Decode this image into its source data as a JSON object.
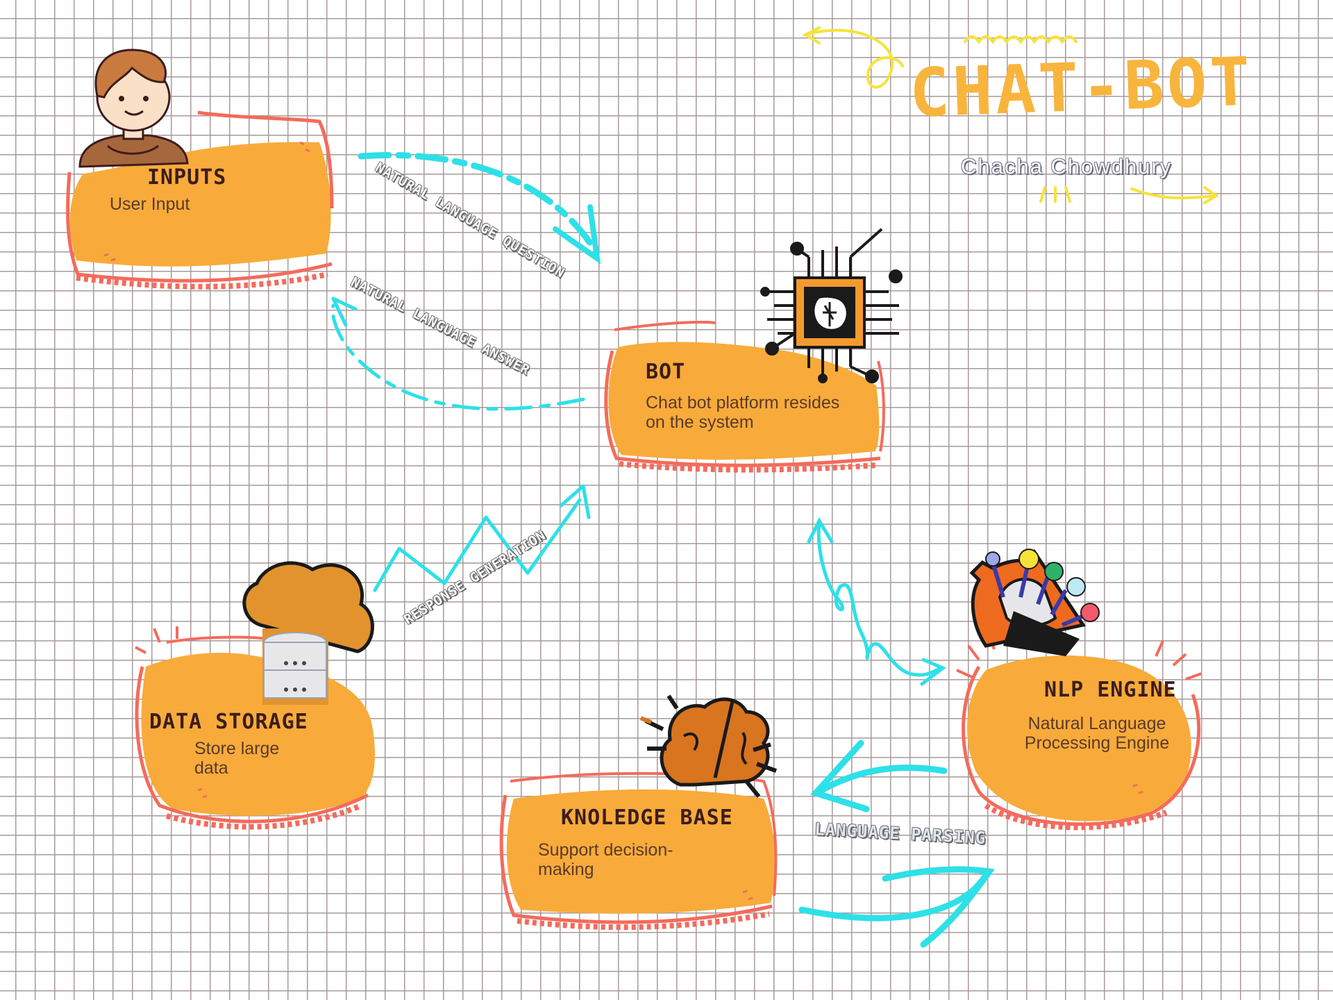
{
  "header": {
    "title": "CHAT-BOT",
    "subtitle": "Chacha Chowdhury"
  },
  "nodes": {
    "inputs": {
      "title": "INPUTS",
      "body": "User Input"
    },
    "bot": {
      "title": "BOT",
      "body": "Chat bot platform resides on the system"
    },
    "data_storage": {
      "title": "DATA STORAGE",
      "body": "Store large data"
    },
    "knowledge_base": {
      "title": "KNOLEDGE BASE",
      "body": "Support decision-making"
    },
    "nlp_engine": {
      "title": "NLP ENGINE",
      "body": "Natural Language Processing Engine"
    }
  },
  "edges": {
    "question": "NATURAL LANGUAGE QUESTION",
    "answer": "NATURAL LANGUAGE ANSWER",
    "response": "RESPONSE GENERATION",
    "parsing": "LANGUAGE PARSING"
  },
  "colors": {
    "card_fill": "#f8ab3a",
    "card_outline": "#f46b5c",
    "arrow": "#2ee0e8",
    "title_accent": "#f8b53d"
  },
  "icons": {
    "user": "user-avatar-icon",
    "bot": "ai-chip-icon",
    "storage": "database-cloud-icon",
    "knowledge": "brain-icon",
    "nlp": "gear-nodes-icon"
  }
}
